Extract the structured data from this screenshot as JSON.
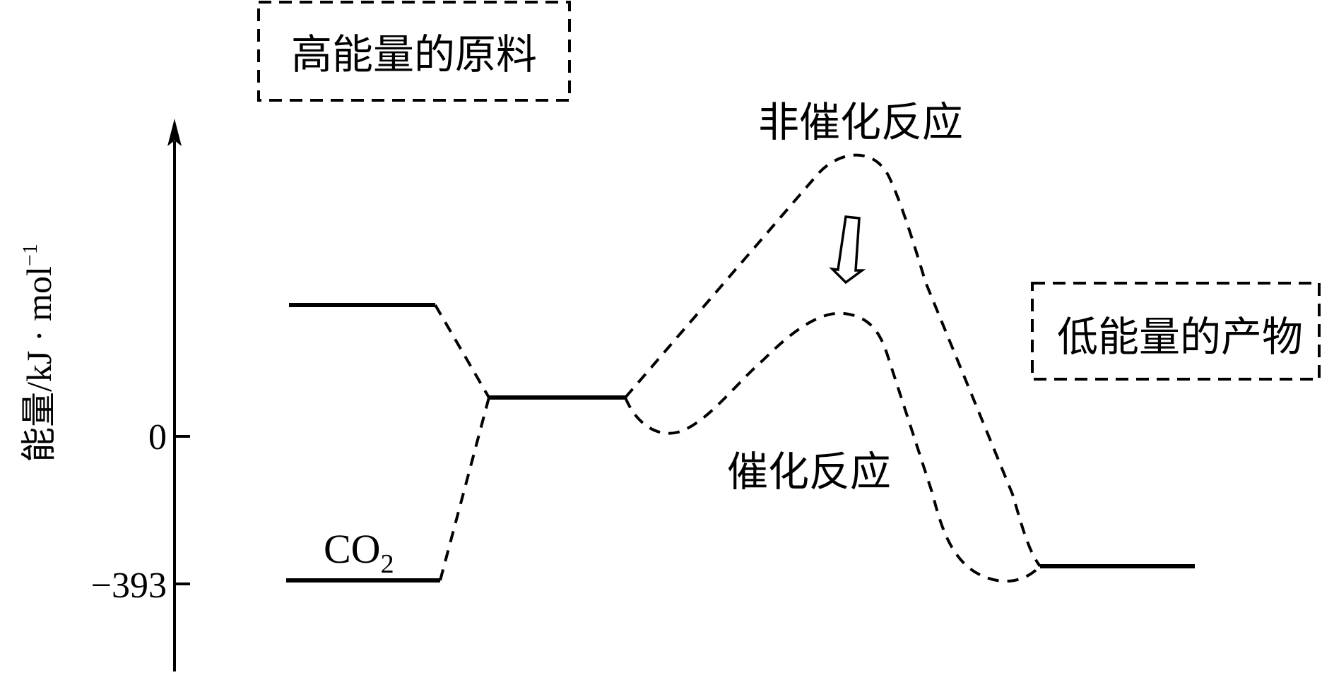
{
  "diagram": {
    "type": "energy-profile",
    "y_axis": {
      "label": "能量/kJ · mol",
      "label_superscript": "−1",
      "ticks": [
        {
          "value": 0,
          "label": "0"
        },
        {
          "value": -393,
          "label": "−393"
        }
      ]
    },
    "boxes": {
      "high_energy_reactants": "高能量的原料",
      "low_energy_products": "低能量的产物"
    },
    "curve_labels": {
      "uncatalyzed": "非催化反应",
      "catalyzed": "催化反应"
    },
    "species_label": {
      "main": "CO",
      "subscript": "2"
    },
    "levels": [
      {
        "name": "high-reactant-level",
        "note": "above 0"
      },
      {
        "name": "intermediate-level",
        "note": "slightly above 0"
      },
      {
        "name": "co2-level",
        "value": -393
      },
      {
        "name": "product-level",
        "note": "low energy product"
      }
    ],
    "arrow": {
      "meaning": "catalysis lowers activation energy",
      "direction": "down"
    },
    "colors": {
      "ink": "#000000",
      "background": "#ffffff"
    }
  }
}
